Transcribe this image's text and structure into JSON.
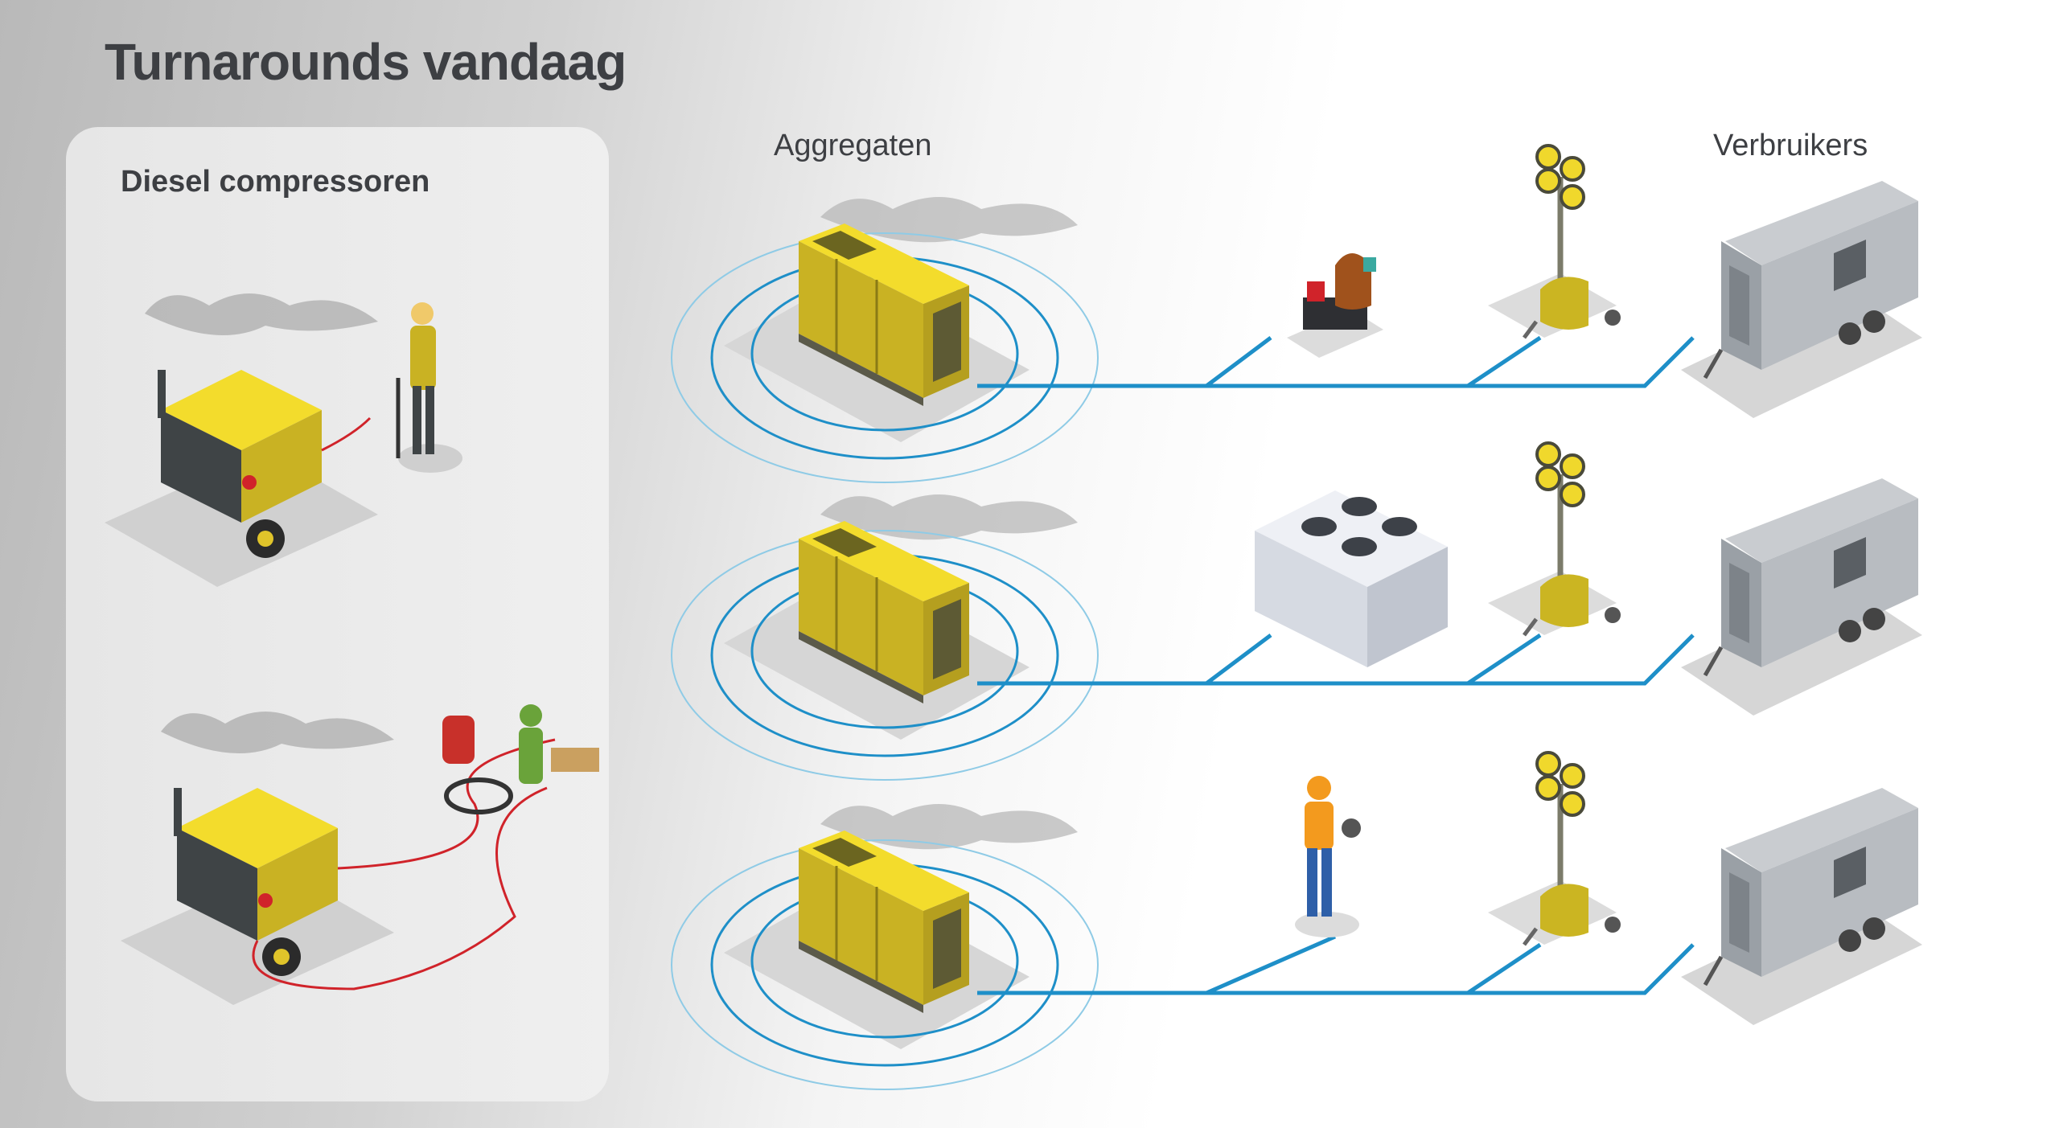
{
  "header": {
    "title": "Turnarounds vandaag"
  },
  "panel": {
    "title": "Diesel compressoren"
  },
  "columns": {
    "generators": "Aggregaten",
    "consumers": "Verbruikers"
  },
  "colors": {
    "cable": "#1e8fc8",
    "generator": "#e9d22b",
    "hose": "#d0232a",
    "text": "#3d3f43"
  }
}
